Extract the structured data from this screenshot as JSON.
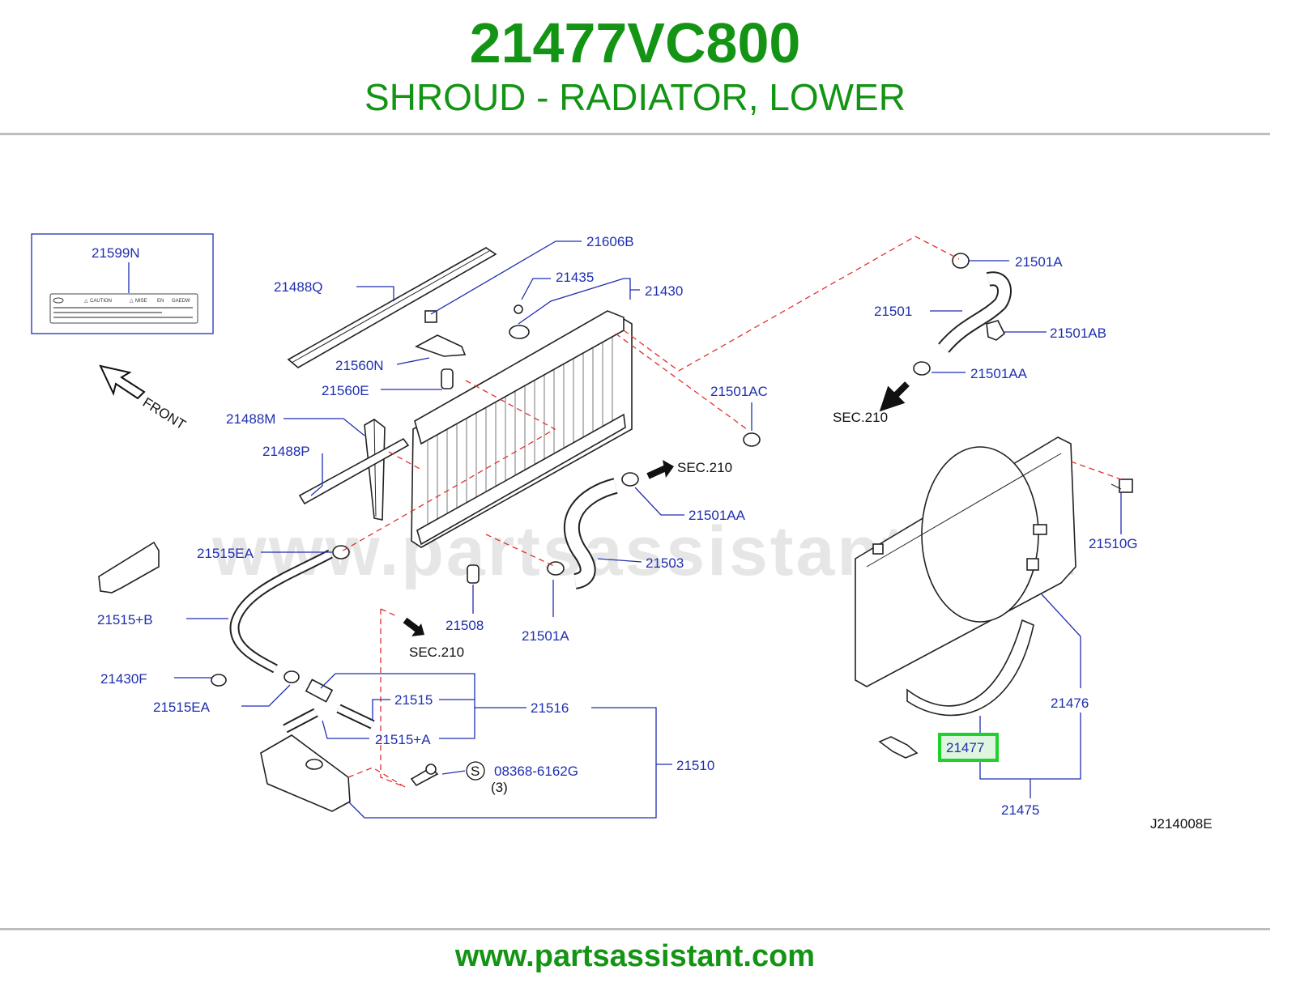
{
  "header": {
    "part_number": "21477VC800",
    "part_name": "SHROUD - RADIATOR, LOWER"
  },
  "footer": {
    "url": "www.partsassistant.com"
  },
  "watermark": "www.partsassistant.com",
  "diagram": {
    "code": "J214008E",
    "front": "FRONT",
    "highlight_color": "#1fd12a",
    "title_color": "#149414",
    "label_color": "#1e2fb0",
    "labels": {
      "l21599N": "21599N",
      "l21488Q": "21488Q",
      "l21606B": "21606B",
      "l21435": "21435",
      "l21430": "21430",
      "l21560N": "21560N",
      "l21560E": "21560E",
      "l21488M": "21488M",
      "l21488P": "21488P",
      "l21501AC": "21501AC",
      "l21501A_top": "21501A",
      "l21501": "21501",
      "l21501AB": "21501AB",
      "l21501AA_top": "21501AA",
      "l21501AA_mid": "21501AA",
      "l21503": "21503",
      "l21501A_low": "21501A",
      "l21508": "21508",
      "l21515EA_top": "21515EA",
      "l21515B": "21515+B",
      "l21430F": "21430F",
      "l21515EA_low": "21515EA",
      "l21515": "21515",
      "l21516": "21516",
      "l21515A": "21515+A",
      "l21510": "21510",
      "l08368": "08368-6162G",
      "qty3": "(3)",
      "l21510G": "21510G",
      "l21476": "21476",
      "l21477": "21477",
      "l21475": "21475",
      "sec210_a": "SEC.210",
      "sec210_b": "SEC.210",
      "sec210_c": "SEC.210",
      "s_mark": "S"
    },
    "label_card": {
      "caution": "CAUTION",
      "mise": "MISE",
      "en": "EN",
      "gaedw": "GAEDW"
    }
  }
}
